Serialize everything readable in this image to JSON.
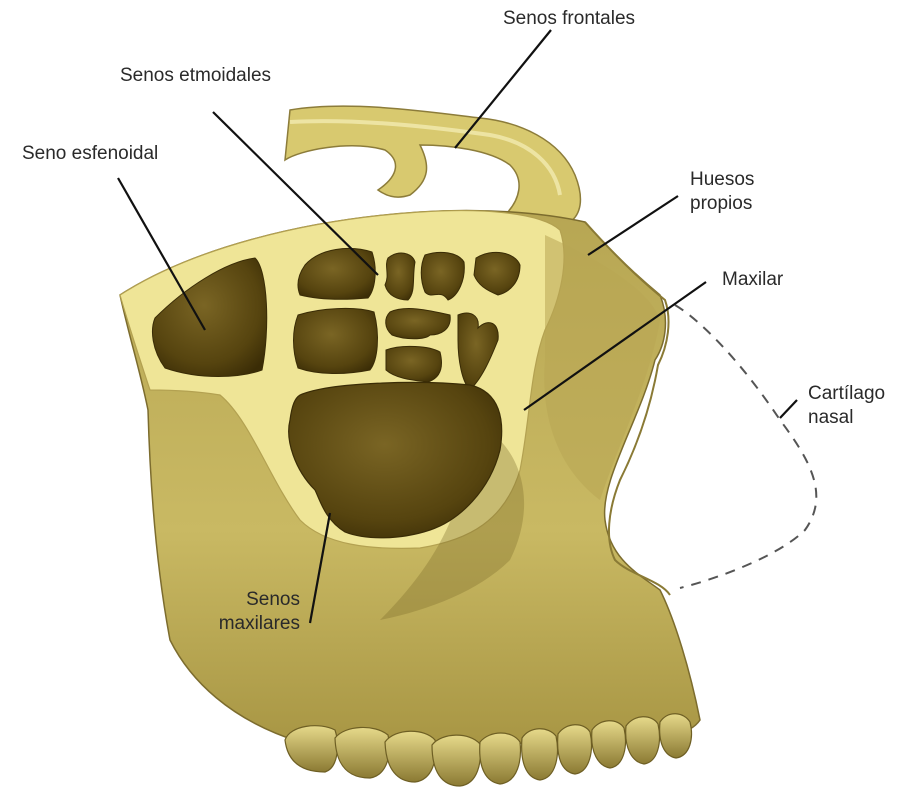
{
  "labels": {
    "frontal": "Senos frontales",
    "ethmoid": "Senos etmoidales",
    "sphenoid": "Seno esfenoidal",
    "nasal_bones": [
      "Huesos",
      "propios"
    ],
    "maxilla": "Maxilar",
    "cartilage": [
      "Cartílago",
      "nasal"
    ],
    "maxillary": [
      "Senos",
      "maxilares"
    ]
  },
  "colors": {
    "bone": "#efe597",
    "bone_mid": "#c8b964",
    "bone_dark": "#8c7c3a",
    "cavity": "#6f5a1e",
    "cavity_dark": "#3f3008",
    "leader": "#111111",
    "dashed": "#555555"
  }
}
